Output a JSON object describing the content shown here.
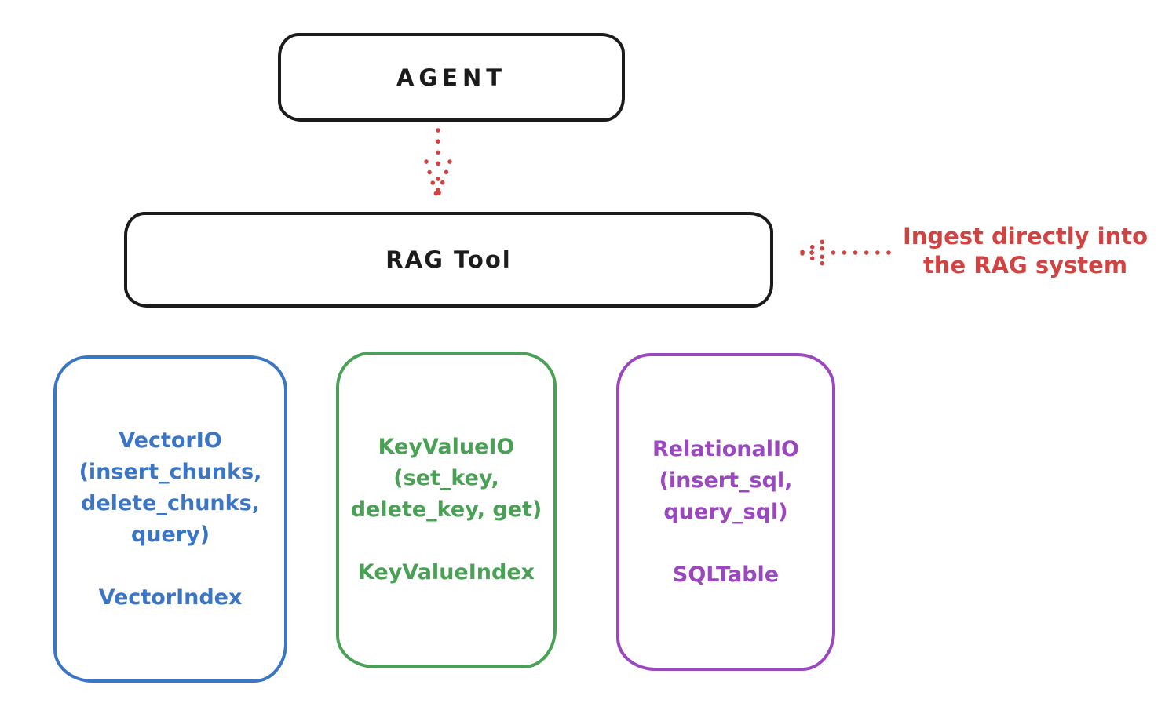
{
  "colors": {
    "ink": "#1b1b1b",
    "red": "#d14343",
    "blue": "#3b76c4",
    "green": "#4aa054",
    "purple": "#9b47bd",
    "bg": "#ffffff"
  },
  "diagram": {
    "agent": {
      "label": "AGENT"
    },
    "rag_tool": {
      "label": "RAG Tool"
    },
    "annotation": {
      "line1": "Ingest directly into",
      "line2": "the RAG system"
    },
    "arrows": [
      {
        "id": "agent-to-rag",
        "direction": "down",
        "style": "dotted",
        "color": "#d14343"
      },
      {
        "id": "annotation-to-rag",
        "direction": "left",
        "style": "dotted",
        "color": "#d14343"
      }
    ],
    "boxes": [
      {
        "id": "vector-io",
        "color": "#3b76c4",
        "lines": [
          "VectorIO",
          "(insert_chunks,",
          "delete_chunks,",
          "query)"
        ],
        "footer": "VectorIndex"
      },
      {
        "id": "keyvalue-io",
        "color": "#4aa054",
        "lines": [
          "KeyValueIO",
          "(set_key,",
          "delete_key, get)"
        ],
        "footer": "KeyValueIndex"
      },
      {
        "id": "relational-io",
        "color": "#9b47bd",
        "lines": [
          "RelationalIO",
          "(insert_sql,",
          "query_sql)"
        ],
        "footer": "SQLTable"
      }
    ]
  }
}
